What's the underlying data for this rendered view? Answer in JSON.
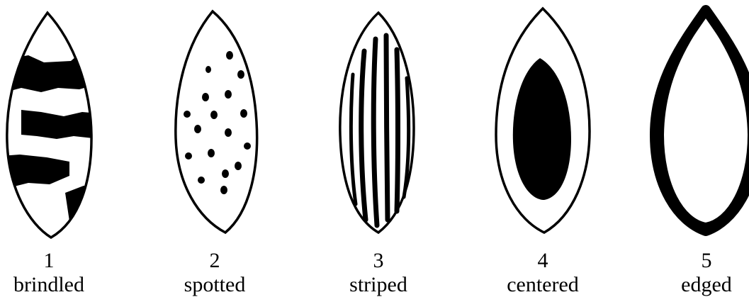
{
  "patterns": [
    {
      "number": "1",
      "name": "brindled",
      "icon": "brindled-leaf-icon"
    },
    {
      "number": "2",
      "name": "spotted",
      "icon": "spotted-leaf-icon"
    },
    {
      "number": "3",
      "name": "striped",
      "icon": "striped-leaf-icon"
    },
    {
      "number": "4",
      "name": "centered",
      "icon": "centered-leaf-icon"
    },
    {
      "number": "5",
      "name": "edged",
      "icon": "edged-leaf-icon"
    }
  ],
  "colors": {
    "ink": "#000000",
    "paper": "#ffffff"
  }
}
